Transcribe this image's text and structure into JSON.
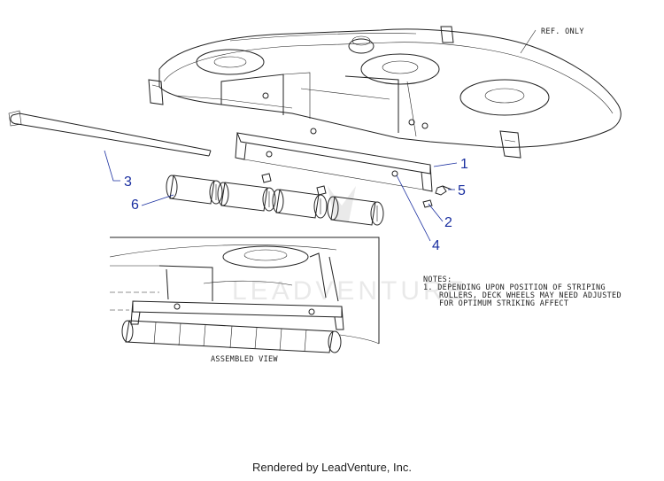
{
  "diagram": {
    "ref_only": "REF. ONLY",
    "callouts": {
      "c1": "1",
      "c2": "2",
      "c3": "3",
      "c4": "4",
      "c5": "5",
      "c6": "6"
    },
    "notes_title": "NOTES:",
    "notes_line1": "1. DEPENDING UPON POSITION OF STRIPING",
    "notes_line2": "ROLLERS, DECK WHEELS MAY NEED ADJUSTED",
    "notes_line3": "FOR OPTIMUM STRIKING AFFECT",
    "assembled_view": "ASSEMBLED VIEW",
    "watermark": "LEADVENTURE"
  },
  "footer": {
    "text": "Rendered by LeadVenture, Inc."
  }
}
